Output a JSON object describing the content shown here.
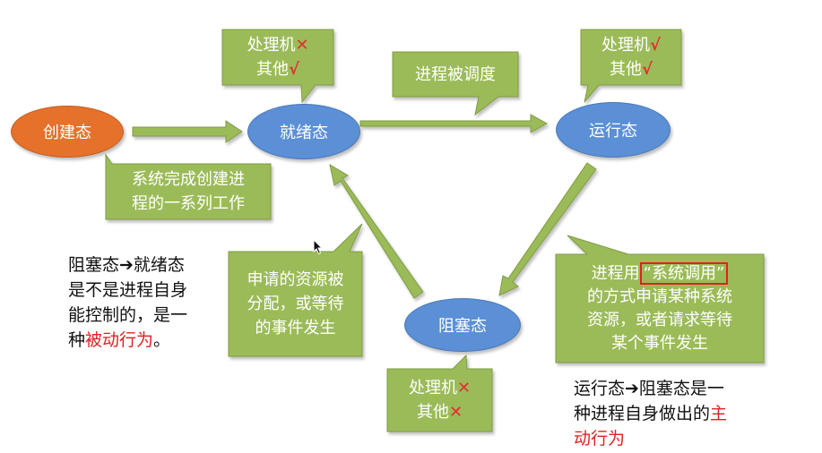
{
  "colors": {
    "callout_fill": "#9bbb59",
    "arrow_fill": "#9bbb59",
    "state_blue": "#5b8fd6",
    "state_orange": "#e5712b",
    "highlight_red": "#e02020"
  },
  "states": {
    "create": "创建态",
    "ready": "就绪态",
    "running": "运行态",
    "blocked": "阻塞态"
  },
  "callouts": {
    "ready_resources": {
      "line1": "处理机",
      "mark1": "✕",
      "line2": "其他",
      "mark2": "√"
    },
    "running_resources": {
      "line1": "处理机",
      "mark1": "√",
      "line2": "其他",
      "mark2": "√"
    },
    "blocked_resources": {
      "line1": "处理机",
      "mark1": "✕",
      "line2": "其他",
      "mark2": "✕"
    },
    "scheduled": {
      "line1": "进程被调度"
    },
    "create_work": {
      "line1": "系统完成创建进",
      "line2": "程的一系列工作"
    },
    "resource_assigned": {
      "line1": "申请的资源被",
      "line2": "分配，或等待",
      "line3": "的事件发生"
    },
    "syscall": {
      "line1_pre": "进程用",
      "line1_boxed": "“系统调用”",
      "line2": "的方式申请某种系统",
      "line3": "资源，或者请求等待",
      "line4": "某个事件发生"
    }
  },
  "notes": {
    "blocked_to_ready": {
      "line1": "阻塞态➔就绪态",
      "line2": "是不是进程自身",
      "line3": "能控制的，是一",
      "line4_pre": "种",
      "line4_red": "被动行为",
      "line4_post": "。"
    },
    "running_to_blocked": {
      "line1": "运行态➔阻塞态是一",
      "line2_pre": "种进程自身做出的",
      "line2_red": "主",
      "line3_red": "动行为"
    }
  }
}
